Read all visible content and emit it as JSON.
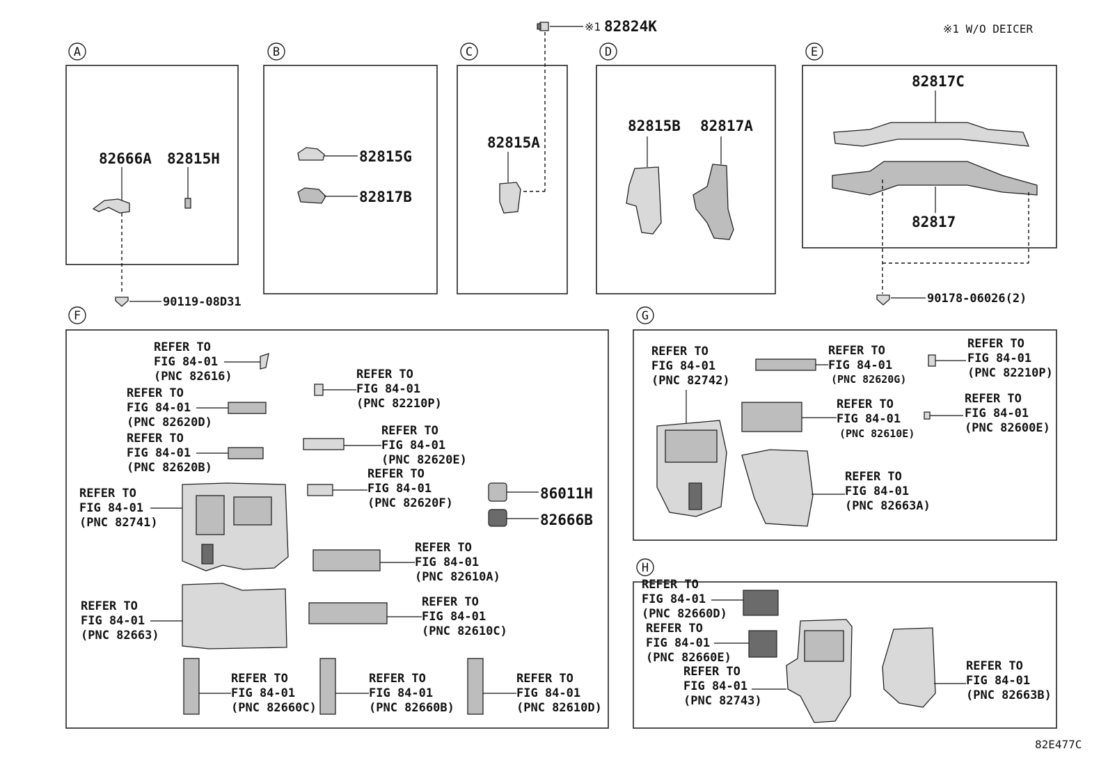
{
  "note": "※1 W/O DEICER",
  "drawing_id": "82E477C",
  "top_part": {
    "mark": "※1",
    "pn": "82824K"
  },
  "sections": {
    "A": {
      "letter": "A",
      "parts": [
        "82666A",
        "82815H"
      ],
      "bolt": "90119-08D31"
    },
    "B": {
      "letter": "B",
      "parts": [
        "82815G",
        "82817B"
      ]
    },
    "C": {
      "letter": "C",
      "parts": [
        "82815A"
      ]
    },
    "D": {
      "letter": "D",
      "parts": [
        "82815B",
        "82817A"
      ]
    },
    "E": {
      "letter": "E",
      "parts": [
        "82817C",
        "82817"
      ],
      "clip": "90178-06026(2)"
    },
    "F": {
      "letter": "F",
      "refs": [
        [
          "REFER TO",
          "FIG 84-01",
          "(PNC 82616)"
        ],
        [
          "REFER TO",
          "FIG 84-01",
          "(PNC 82210P)"
        ],
        [
          "REFER TO",
          "FIG 84-01",
          "(PNC 82620D)"
        ],
        [
          "REFER TO",
          "FIG 84-01",
          "(PNC 82620E)"
        ],
        [
          "REFER TO",
          "FIG 84-01",
          "(PNC 82620B)"
        ],
        [
          "REFER TO",
          "FIG 84-01",
          "(PNC 82620F)"
        ],
        [
          "REFER TO",
          "FIG 84-01",
          "(PNC 82741)"
        ],
        [
          "REFER TO",
          "FIG 84-01",
          "(PNC 82610A)"
        ],
        [
          "REFER TO",
          "FIG 84-01",
          "(PNC 82663)"
        ],
        [
          "REFER TO",
          "FIG 84-01",
          "(PNC 82610C)"
        ],
        [
          "REFER TO",
          "FIG 84-01",
          "(PNC 82660C)"
        ],
        [
          "REFER TO",
          "FIG 84-01",
          "(PNC 82660B)"
        ],
        [
          "REFER TO",
          "FIG 84-01",
          "(PNC 82610D)"
        ]
      ],
      "parts": [
        "86011H",
        "82666B"
      ]
    },
    "G": {
      "letter": "G",
      "refs": [
        [
          "REFER TO",
          "FIG 84-01",
          "(PNC 82742)"
        ],
        [
          "REFER TO",
          "FIG 84-01",
          "(PNC 82620G)"
        ],
        [
          "REFER TO",
          "FIG 84-01",
          "(PNC 82210P)"
        ],
        [
          "REFER TO",
          "FIG 84-01",
          "(PNC 82610E)"
        ],
        [
          "REFER TO",
          "FIG 84-01",
          "(PNC 82600E)"
        ],
        [
          "REFER TO",
          "FIG 84-01",
          "(PNC 82663A)"
        ]
      ]
    },
    "H": {
      "letter": "H",
      "refs": [
        [
          "REFER TO",
          "FIG 84-01",
          "(PNC 82660D)"
        ],
        [
          "REFER TO",
          "FIG 84-01",
          "(PNC 82660E)"
        ],
        [
          "REFER TO",
          "FIG 84-01",
          "(PNC 82743)"
        ],
        [
          "REFER TO",
          "FIG 84-01",
          "(PNC 82663B)"
        ]
      ]
    }
  }
}
